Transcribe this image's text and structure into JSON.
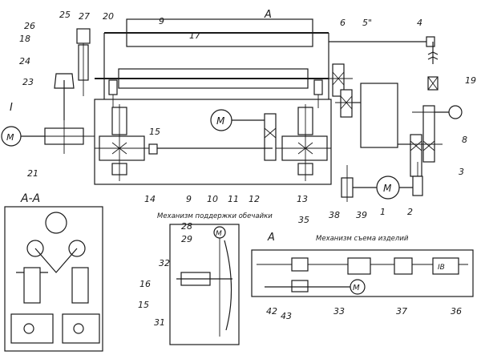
{
  "diagram": {
    "labels": {
      "l1": "1",
      "l2": "2",
      "l3": "3",
      "l4": "4",
      "l5": "5\"",
      "l6": "6",
      "l8": "8",
      "l9": "9",
      "l10": "10",
      "l11": "11",
      "l12": "12",
      "l13": "13",
      "l14": "14",
      "l15": "15",
      "l15b": "15",
      "l16": "16",
      "l17": "17",
      "l18": "18",
      "l19": "19",
      "l20": "20",
      "l21": "21",
      "l23": "23",
      "l24": "24",
      "l25": "25",
      "l26": "26",
      "l27": "27",
      "l28": "28",
      "l29": "29",
      "l31": "31",
      "l32": "32",
      "l33": "33",
      "l35": "35",
      "l36": "36",
      "l37": "37",
      "l38": "38",
      "l39": "39",
      "l42": "42",
      "l43": "43",
      "l9top": "9"
    },
    "section_marks": {
      "view_aa": "А-А",
      "arrow_a_top": "А",
      "arrow_a_bottom": "А",
      "roman_one": "I"
    },
    "captions": {
      "support": "Механизм поддержки обечайки",
      "removal": "Механизм съема изделий"
    },
    "motor_symbol": "M",
    "coupling_symbol": "IB"
  }
}
